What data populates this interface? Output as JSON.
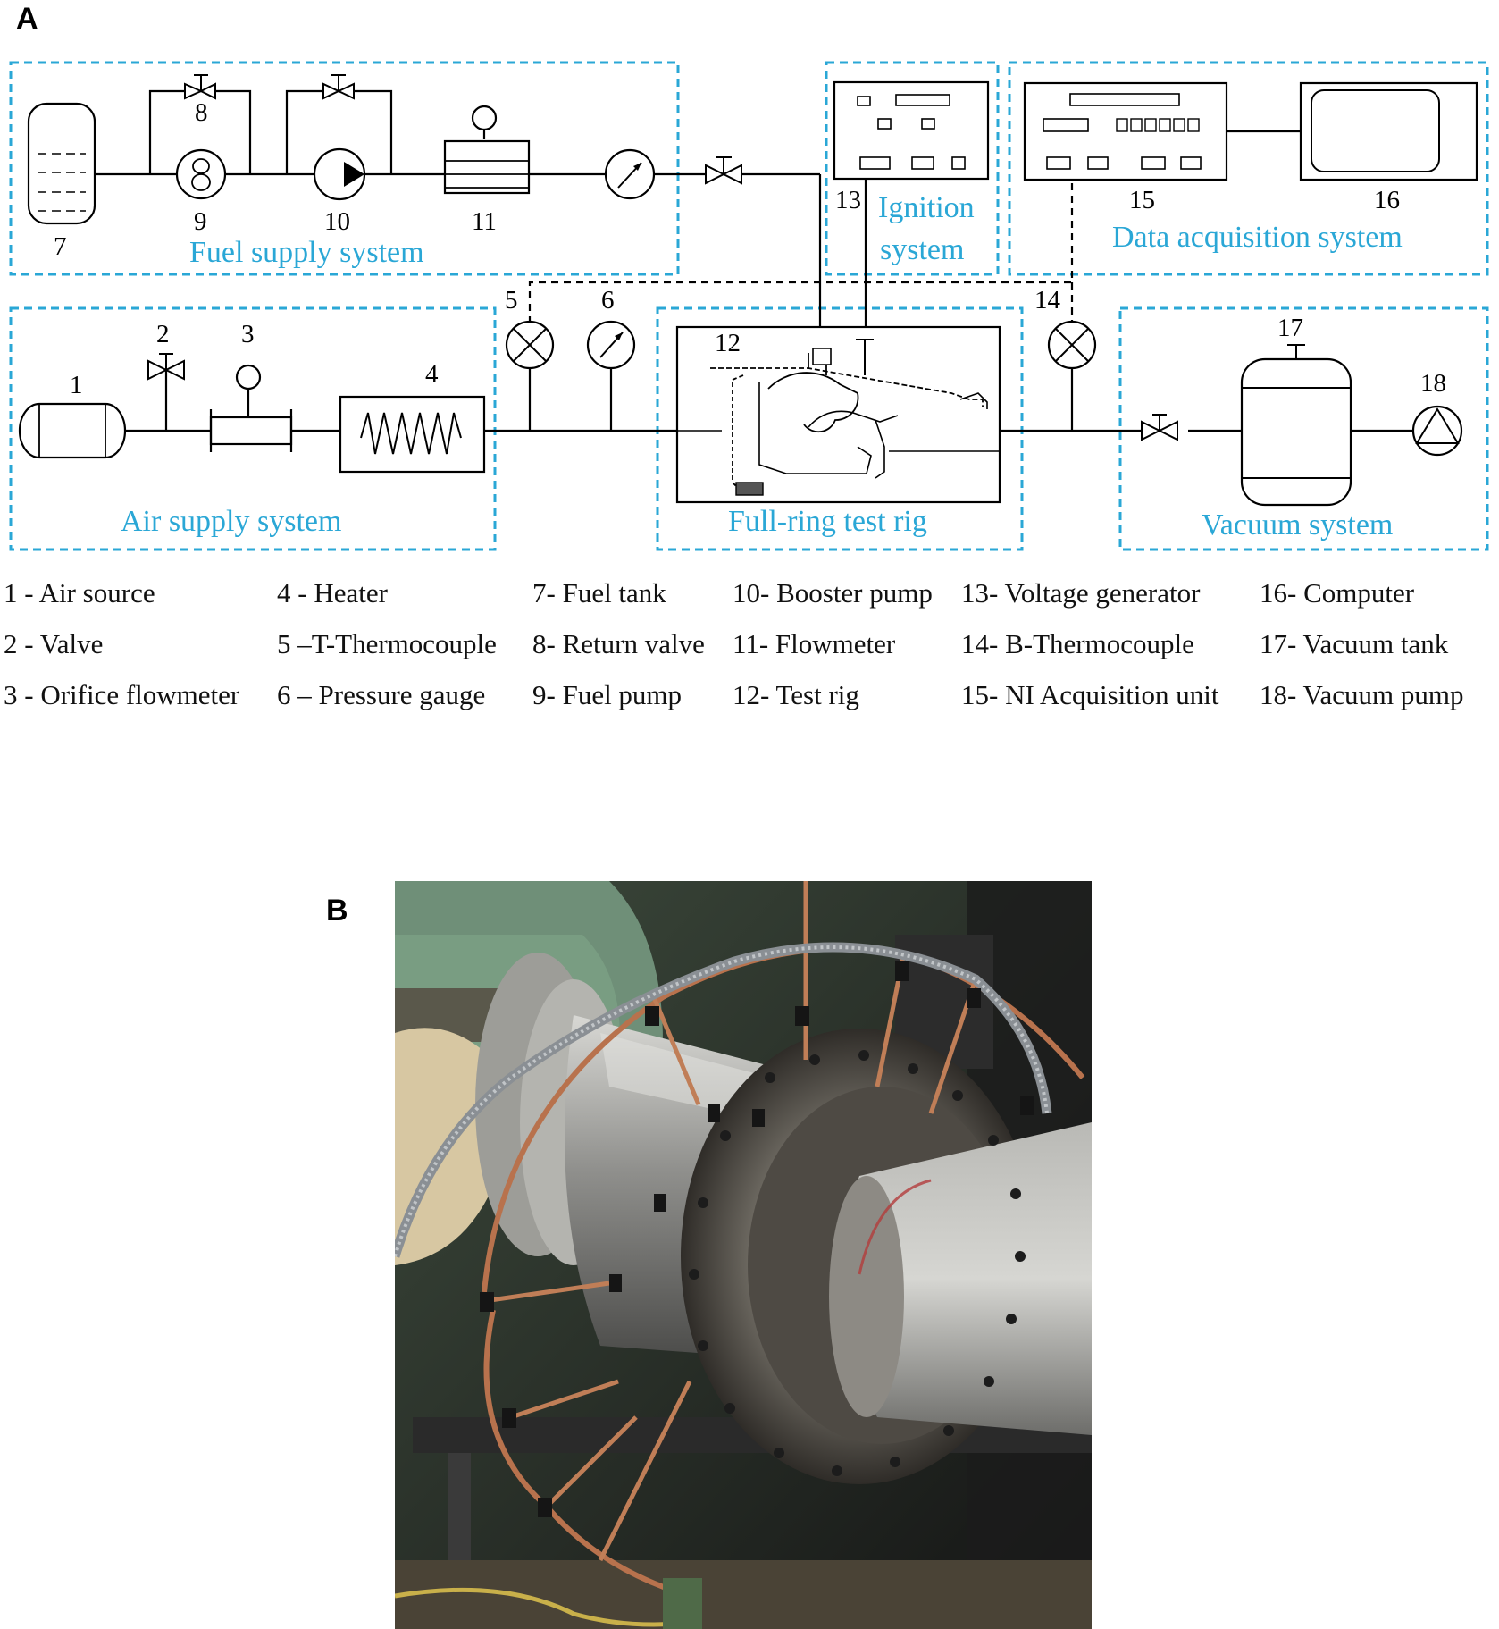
{
  "panels": {
    "a": "A",
    "b": "B"
  },
  "systems": {
    "fuel": "Fuel supply system",
    "ignition_line1": "Ignition",
    "ignition_line2": "system",
    "daq": "Data acquisition system",
    "air": "Air supply system",
    "rig": "Full-ring test rig",
    "vacuum": "Vacuum system"
  },
  "numbers": {
    "n1": "1",
    "n2": "2",
    "n3": "3",
    "n4": "4",
    "n5": "5",
    "n6": "6",
    "n7": "7",
    "n8": "8",
    "n9": "9",
    "n10": "10",
    "n11": "11",
    "n12": "12",
    "n13": "13",
    "n14": "14",
    "n15": "15",
    "n16": "16",
    "n17": "17",
    "n18": "18"
  },
  "legend": [
    "1 - Air source",
    "2 - Valve",
    "3 - Orifice flowmeter",
    "4 - Heater",
    "5 –T-Thermocouple",
    "6 – Pressure gauge",
    "7- Fuel tank",
    "8- Return valve",
    "9- Fuel pump",
    "10- Booster pump",
    "11- Flowmeter",
    "12- Test rig",
    "13- Voltage generator",
    "14- B-Thermocouple",
    "15- NI Acquisition unit",
    "16- Computer",
    "17- Vacuum tank",
    "18- Vacuum pump"
  ],
  "colors": {
    "accent": "#2aa7d6",
    "line": "#000000"
  }
}
